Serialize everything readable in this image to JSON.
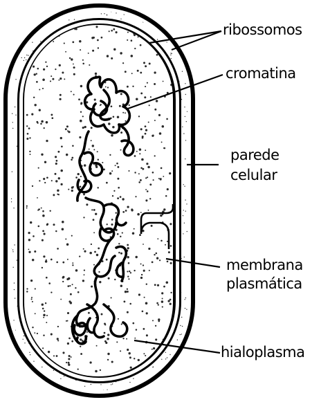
{
  "labels": {
    "ribossomos": "ribossomos",
    "cromatina": "cromatina",
    "parede_line1": "parede",
    "parede_line2": "celular",
    "membrana_line1": "membrana",
    "membrana_line2": "plasmática",
    "hialoplasma": "hialoplasma"
  },
  "colors": {
    "ink": "#000000",
    "wall_fill": "#ffffff",
    "stipple": "#2a2a2a"
  }
}
